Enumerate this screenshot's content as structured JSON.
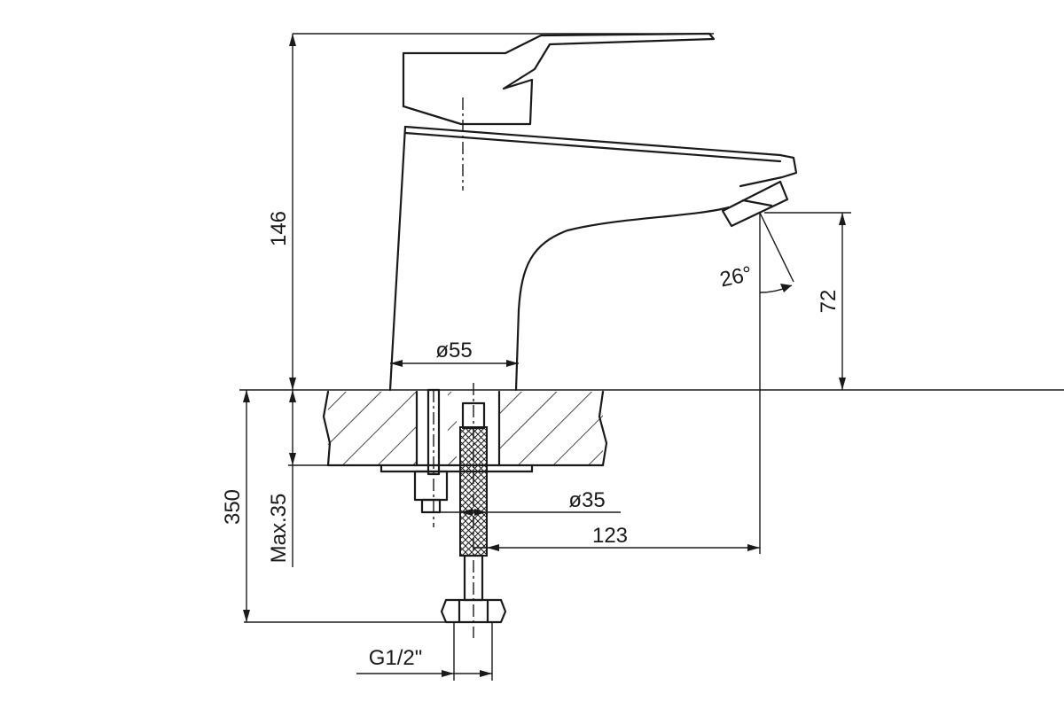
{
  "drawing": {
    "labels": {
      "height_total": "146",
      "spout_height": "72",
      "spout_angle": "26°",
      "base_diameter": "ø55",
      "hole_diameter": "ø35",
      "spout_reach": "123",
      "hose_length": "350",
      "max_counter_thickness": "Max.35",
      "thread": "G1/2\""
    }
  }
}
